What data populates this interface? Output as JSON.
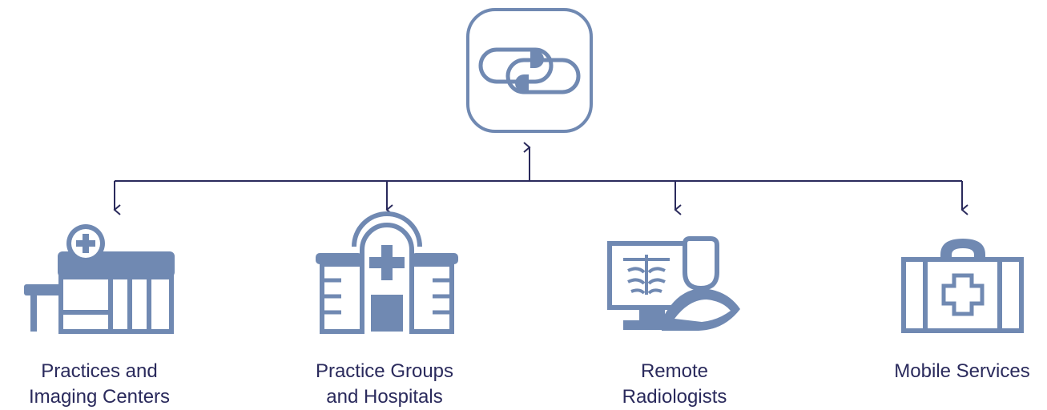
{
  "colors": {
    "icon": "#7089b2",
    "connector": "#2a2a5c",
    "text": "#2a2a5c",
    "background": "#ffffff"
  },
  "hub": {
    "icon": "linked-loop-logo-icon"
  },
  "nodes": [
    {
      "icon": "clinic-building-icon",
      "label_lines": [
        "Practices and",
        "Imaging Centers"
      ]
    },
    {
      "icon": "hospital-icon",
      "label_lines": [
        "Practice Groups",
        "and Hospitals"
      ]
    },
    {
      "icon": "radiologist-xray-monitor-icon",
      "label_lines": [
        "Remote",
        "Radiologists"
      ]
    },
    {
      "icon": "medical-kit-icon",
      "label_lines": [
        "Mobile Services"
      ]
    }
  ]
}
